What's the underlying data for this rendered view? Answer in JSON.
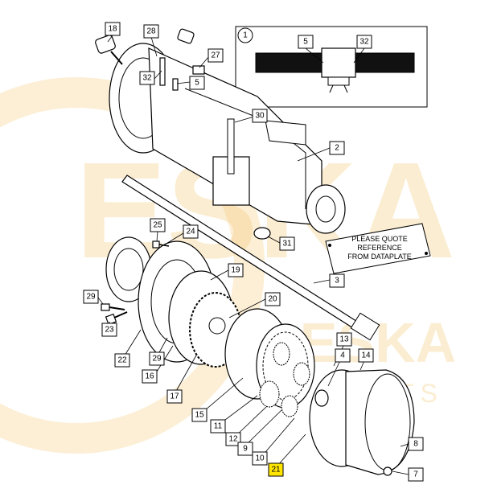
{
  "callouts": [
    {
      "id": "c18",
      "label": "18"
    },
    {
      "id": "c28",
      "label": "28"
    },
    {
      "id": "c27",
      "label": "27"
    },
    {
      "id": "c32a",
      "label": "32"
    },
    {
      "id": "c5a",
      "label": "5"
    },
    {
      "id": "c30",
      "label": "30"
    },
    {
      "id": "c2",
      "label": "2"
    },
    {
      "id": "c25",
      "label": "25"
    },
    {
      "id": "c24",
      "label": "24"
    },
    {
      "id": "c31",
      "label": "31"
    },
    {
      "id": "c19",
      "label": "19"
    },
    {
      "id": "c3",
      "label": "3"
    },
    {
      "id": "c29a",
      "label": "29"
    },
    {
      "id": "c20",
      "label": "20"
    },
    {
      "id": "c23",
      "label": "23"
    },
    {
      "id": "c22",
      "label": "22"
    },
    {
      "id": "c29b",
      "label": "29"
    },
    {
      "id": "c16",
      "label": "16"
    },
    {
      "id": "c17",
      "label": "17"
    },
    {
      "id": "c13",
      "label": "13"
    },
    {
      "id": "c4",
      "label": "4"
    },
    {
      "id": "c14",
      "label": "14"
    },
    {
      "id": "c15",
      "label": "15"
    },
    {
      "id": "c11",
      "label": "11"
    },
    {
      "id": "c12",
      "label": "12"
    },
    {
      "id": "c9",
      "label": "9"
    },
    {
      "id": "c10",
      "label": "10"
    },
    {
      "id": "c21",
      "label": "21"
    },
    {
      "id": "c8",
      "label": "8"
    },
    {
      "id": "c7",
      "label": "7"
    }
  ],
  "inset": {
    "circle_label": "1",
    "label_5": "5",
    "label_32": "32"
  },
  "plate": {
    "line1": "PLEASE QUOTE",
    "line2": "REFERENCE",
    "line3": "FROM DATAPLATE"
  },
  "watermark": {
    "big": "ESKA",
    "small": "ESKA",
    "tag": "PARTS"
  },
  "colors": {
    "highlight": "#ffe600",
    "watermark": "#f3c46a",
    "ink": "#000000"
  }
}
